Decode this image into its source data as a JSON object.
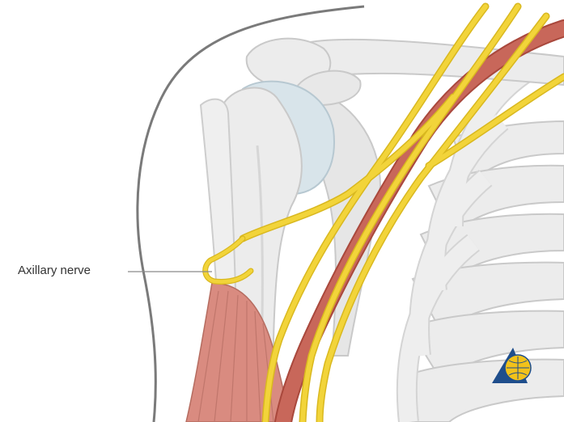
{
  "annotations": [
    {
      "id": "axillary",
      "text": "Axillary nerve"
    }
  ],
  "colors": {
    "bone": "#ececec",
    "bone_edge": "#c9c9c9",
    "cartilage": "#d8e4ea",
    "nerve": "#f2d43a",
    "nerve_edge": "#d9b81f",
    "artery": "#c8675a",
    "artery_edge": "#a9483c",
    "muscle": "#d98b80",
    "skin_outline": "#7a7a7a",
    "leader_line": "#8a8a8a",
    "logo_blue": "#1f4e8c",
    "logo_gold": "#f2c21a"
  },
  "icons": {
    "logo": "globe-triangle-logo"
  }
}
